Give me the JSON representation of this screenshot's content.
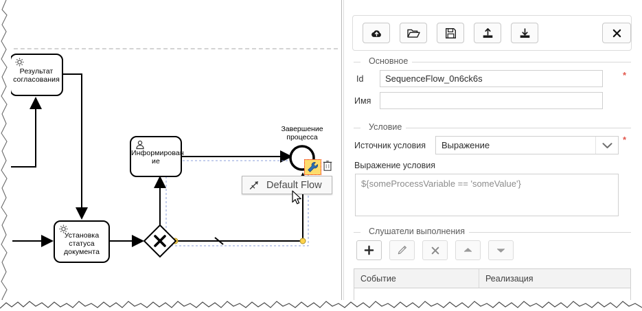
{
  "diagram": {
    "lane_divider": true,
    "tasks": [
      {
        "id": "task-result",
        "label_line1": "Результат",
        "label_line2": "согласования",
        "icon": "service-gear-icon",
        "type": "service-task"
      },
      {
        "id": "task-inform",
        "label_line1": "Информирован",
        "label_line2": "ие",
        "icon": "user-person-icon",
        "type": "user-task"
      },
      {
        "id": "task-status",
        "label_line1": "Установка",
        "label_line2": "статуса",
        "label_line3": "документа",
        "icon": "service-gear-icon",
        "type": "service-task"
      }
    ],
    "gateway": {
      "id": "gateway-exclusive",
      "marker": "X",
      "type": "exclusive-gateway"
    },
    "end_event": {
      "id": "end-event",
      "label_line1": "Завершение",
      "label_line2": "процесса",
      "type": "end-event"
    },
    "context_menu": {
      "item_label": "Default Flow",
      "icon": "default-flow-arrow-icon"
    },
    "context_pad": {
      "wrench": "wrench-icon",
      "trash": "trash-icon"
    }
  },
  "panel": {
    "toolbar": {
      "buttons": [
        {
          "name": "deploy-button",
          "icon": "cloud-upload-icon"
        },
        {
          "name": "open-button",
          "icon": "open-folder-icon"
        },
        {
          "name": "save-button",
          "icon": "floppy-save-icon"
        },
        {
          "name": "import-button",
          "icon": "import-arrow-up-icon"
        },
        {
          "name": "export-button",
          "icon": "export-arrow-down-icon"
        }
      ],
      "close_label": "✖"
    },
    "general": {
      "legend": "Основное",
      "id_label": "Id",
      "id_value": "SequenceFlow_0n6ck6s",
      "id_required": "*",
      "name_label": "Имя",
      "name_value": "",
      "name_placeholder": ""
    },
    "condition": {
      "legend": "Условие",
      "source_label": "Источник условия",
      "source_value": "Выражение",
      "source_required": "*",
      "source_options": [
        "Выражение"
      ],
      "expression_label": "Выражение условия",
      "expression_value": "${someProcessVariable == 'someValue'}"
    },
    "listeners": {
      "legend": "Слушатели выполнения",
      "buttons": [
        {
          "name": "add-listener-button",
          "icon": "plus-icon",
          "enabled": true
        },
        {
          "name": "edit-listener-button",
          "icon": "pencil-icon",
          "enabled": false
        },
        {
          "name": "delete-listener-button",
          "icon": "close-x-icon",
          "enabled": false
        },
        {
          "name": "move-up-button",
          "icon": "arrow-up-icon",
          "enabled": false
        },
        {
          "name": "move-down-button",
          "icon": "arrow-down-icon",
          "enabled": false
        }
      ],
      "columns": [
        "Событие",
        "Реализация"
      ],
      "rows": []
    }
  },
  "colors": {
    "required_star": "#e2574c",
    "context_pad": "#fddc6c",
    "selection_dash": "#8a9cd8",
    "endpoint_marker": "#ffd34d"
  }
}
